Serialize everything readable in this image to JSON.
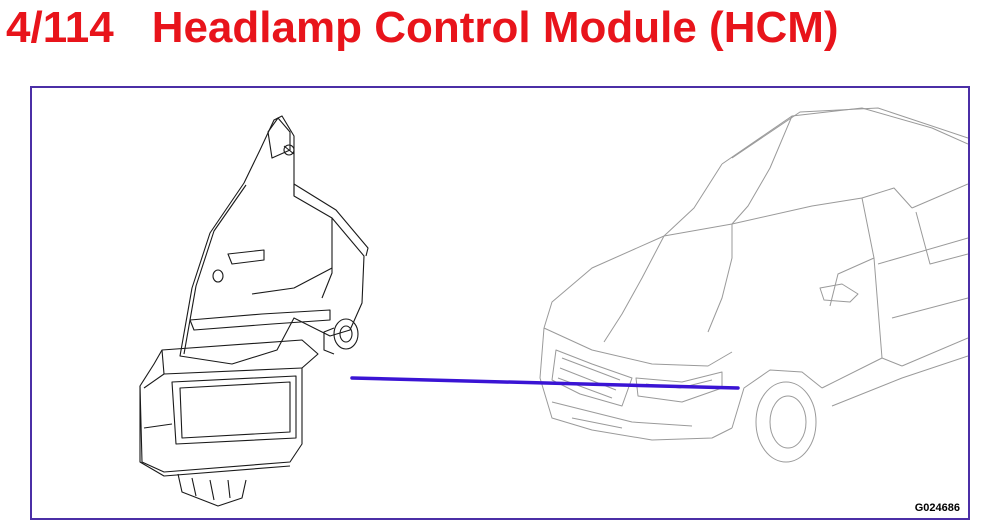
{
  "header": {
    "page_number": "4/114",
    "title": "Headlamp Control Module (HCM)"
  },
  "figure": {
    "code": "G024686",
    "pointer_color": "#3a14d4",
    "frame_color": "#4b2fa6",
    "title_color": "#e8141b",
    "icons": [
      "headlamp-control-module-drawing",
      "car-front-drawing"
    ]
  }
}
